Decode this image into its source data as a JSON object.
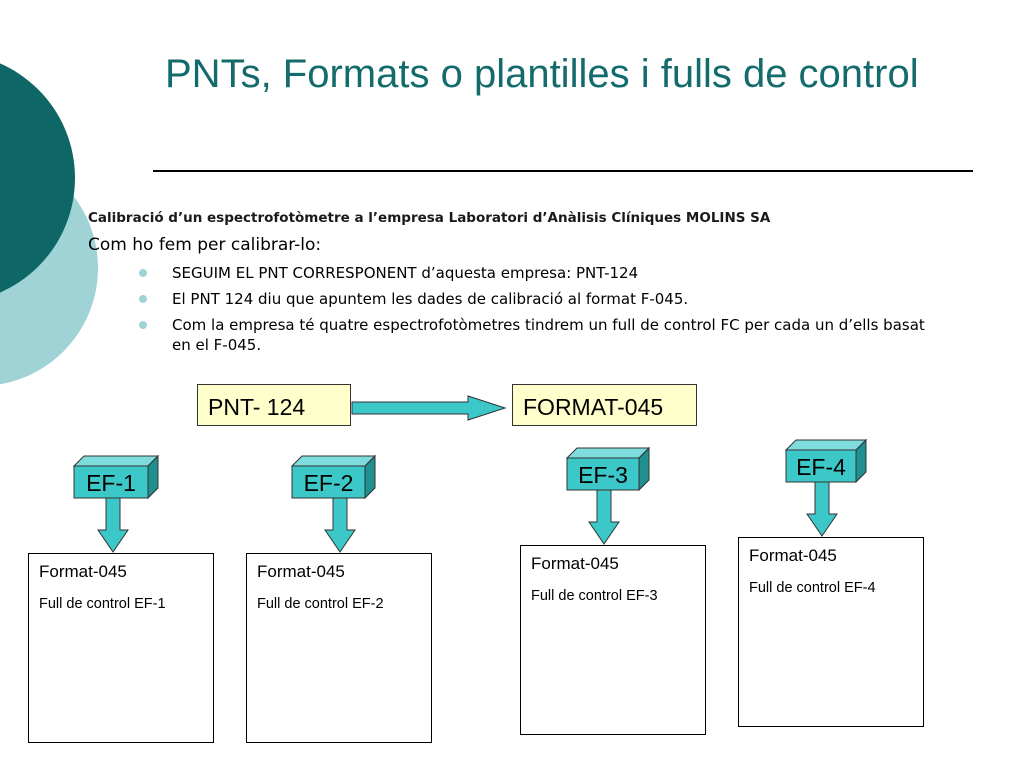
{
  "slide": {
    "title": "PNTs, Formats o plantilles i fulls de control",
    "subtitle": "Calibració d’un espectrofotòmetre a l’empresa Laboratori d’Anàlisis Clíniques MOLINS SA",
    "lead": "Com ho fem per calibrar-lo:",
    "bullets": [
      "SEGUIM EL PNT CORRESPONENT d’aquesta empresa: PNT-124",
      "El PNT 124 diu que apuntem les dades de calibració al format F-045.",
      " Com la empresa té quatre espectrofotòmetres tindrem un full de control FC per cada un d’ells basat en el F-045."
    ]
  },
  "diagram": {
    "source_box": "PNT- 124",
    "target_box": "FORMAT-045",
    "instruments": [
      {
        "label": "EF-1",
        "format": "Format-045",
        "sheet": "Full de control EF-1"
      },
      {
        "label": "EF-2",
        "format": "Format-045",
        "sheet": "Full de control EF-2"
      },
      {
        "label": "EF-3",
        "format": "Format-045",
        "sheet": "Full de control EF-3"
      },
      {
        "label": "EF-4",
        "format": "Format-045",
        "sheet": "Full de control EF-4"
      }
    ]
  },
  "colors": {
    "title": "#146b6b",
    "teal_dark": "#0f6666",
    "teal_light": "#9fd3d6",
    "box_fill": "#ffffcc",
    "ef_front": "#3cc8c8",
    "ef_top": "#7fdcdc",
    "ef_side": "#1f8f8f",
    "arrow": "#3cc8c8"
  }
}
